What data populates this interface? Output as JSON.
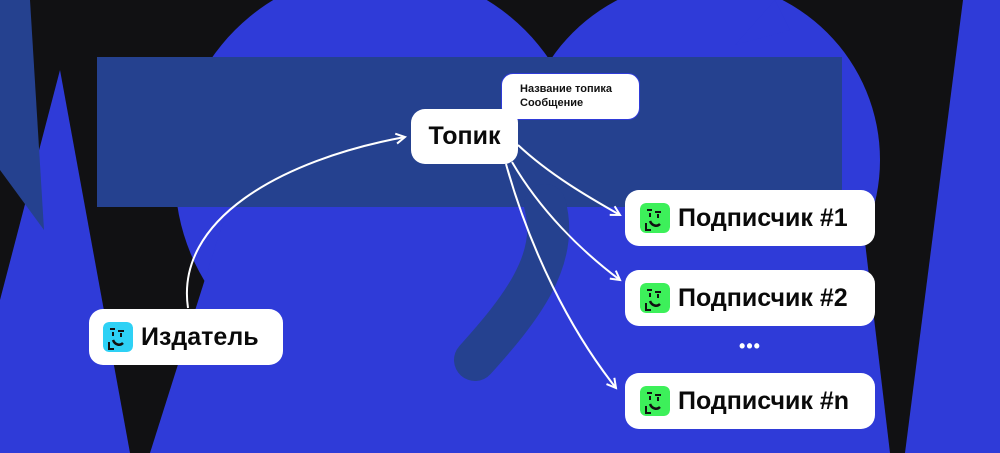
{
  "publisher": {
    "label": "Издатель",
    "avatar_icon": "face-icon",
    "avatar_color": "#2ed1f5"
  },
  "topic": {
    "label": "Топик",
    "info": {
      "line1": "Название топика",
      "line2": "Сообщение"
    }
  },
  "subscribers": [
    {
      "label": "Подписчик #1",
      "avatar_icon": "face-icon",
      "avatar_color": "#3df05a"
    },
    {
      "label": "Подписчик #2",
      "avatar_icon": "face-icon",
      "avatar_color": "#3df05a"
    },
    {
      "label": "Подписчик #n",
      "avatar_icon": "face-icon",
      "avatar_color": "#3df05a"
    }
  ],
  "ellipsis": "•••",
  "colors": {
    "background": "#111113",
    "blue": "#2f3bd8",
    "dark_blue": "#25418f",
    "node": "#ffffff",
    "arrow": "#ffffff"
  }
}
